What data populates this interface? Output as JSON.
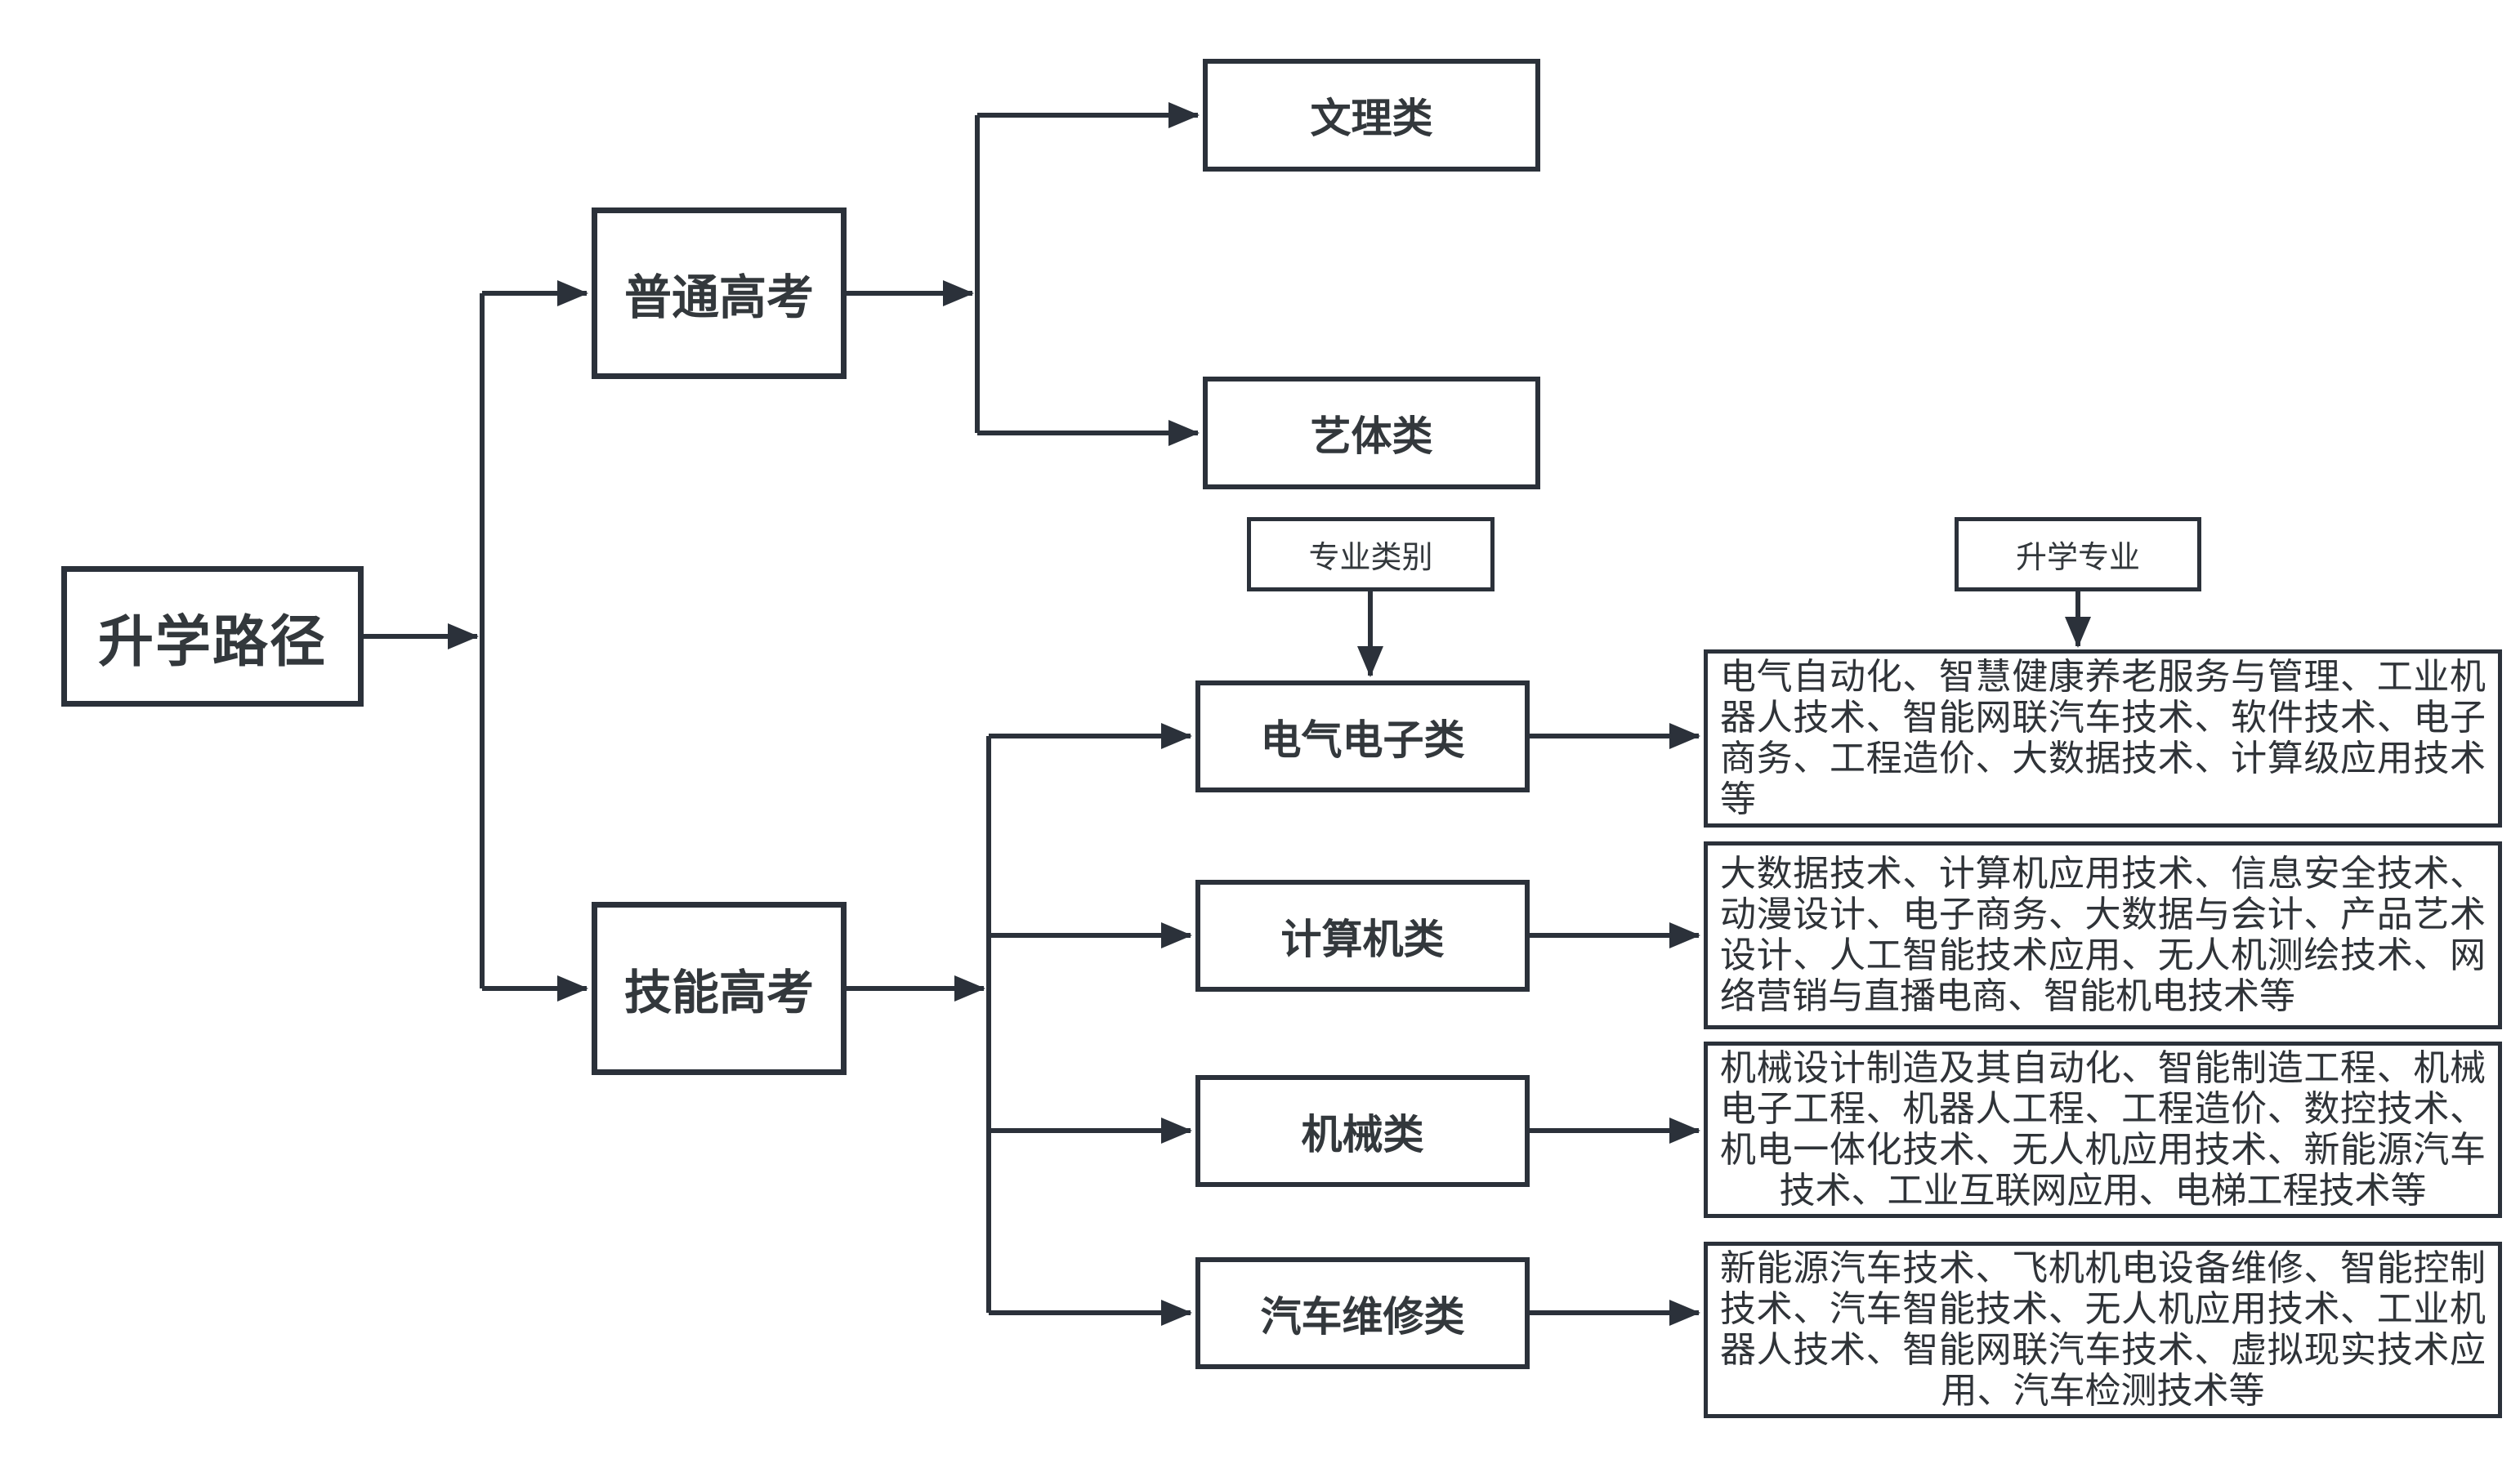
{
  "colors": {
    "line": "#2b313a",
    "text": "#33383c",
    "background": "#ffffff"
  },
  "root": {
    "label": "升学路径"
  },
  "exams": [
    {
      "label": "普通高考"
    },
    {
      "label": "技能高考"
    }
  ],
  "general_tracks": [
    {
      "label": "文理类"
    },
    {
      "label": "艺体类"
    }
  ],
  "column_labels": {
    "category": "专业类别",
    "majors": "升学专业"
  },
  "skill_categories": [
    {
      "label": "电气电子类",
      "majors": "电气自动化、智慧健康养老服务与管理、工业机器人技术、智能网联汽车技术、软件技术、电子商务、工程造价、大数据技术、计算级应用技术等"
    },
    {
      "label": "计算机类",
      "majors": "大数据技术、计算机应用技术、信息安全技术、动漫设计、电子商务、大数据与会计、产品艺术设计、人工智能技术应用、无人机测绘技术、网络营销与直播电商、智能机电技术等"
    },
    {
      "label": "机械类",
      "majors": "机械设计制造及其自动化、智能制造工程、机械电子工程、机器人工程、工程造价、数控技术、机电一体化技术、无人机应用技术、新能源汽车技术、工业互联网应用、电梯工程技术等"
    },
    {
      "label": "汽车维修类",
      "majors": "新能源汽车技术、飞机机电设备维修、智能控制技术、汽车智能技术、无人机应用技术、工业机器人技术、智能网联汽车技术、虚拟现实技术应用、汽车检测技术等"
    }
  ]
}
